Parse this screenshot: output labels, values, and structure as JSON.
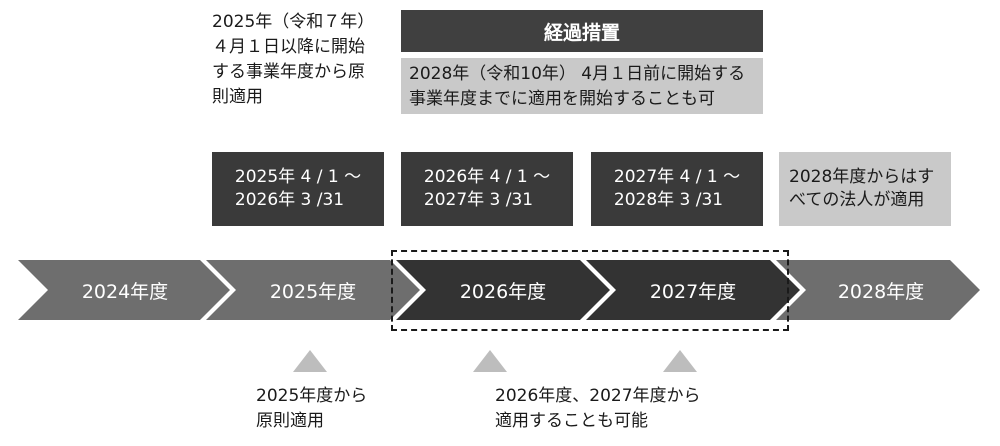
{
  "top": {
    "left_note": "2025年（令和７年）\n４月１日以降に開始\nする事業年度から原\n則適用",
    "transition_title": "経過措置",
    "transition_body": "2028年（令和10年） 4月１日前に開始する\n事業年度までに適用を開始することも可"
  },
  "periods": [
    {
      "text": "2025年 4 / 1 〜\n2026年 3 /31"
    },
    {
      "text": "2026年 4 / 1 〜\n2027年 3 /31"
    },
    {
      "text": "2027年 4 / 1 〜\n2028年 3 /31"
    },
    {
      "text": "2028年度からはす\nべての法人が適用"
    }
  ],
  "years": [
    {
      "label": "2024年度",
      "color": "#6e6e6e"
    },
    {
      "label": "2025年度",
      "color": "#6e6e6e"
    },
    {
      "label": "2026年度",
      "color": "#333333"
    },
    {
      "label": "2027年度",
      "color": "#333333"
    },
    {
      "label": "2028年度",
      "color": "#6e6e6e"
    }
  ],
  "bottom": {
    "note_2025": "2025年度から\n原則適用",
    "note_2026_2027": "2026年度、2027年度から\n適用することも可能"
  }
}
